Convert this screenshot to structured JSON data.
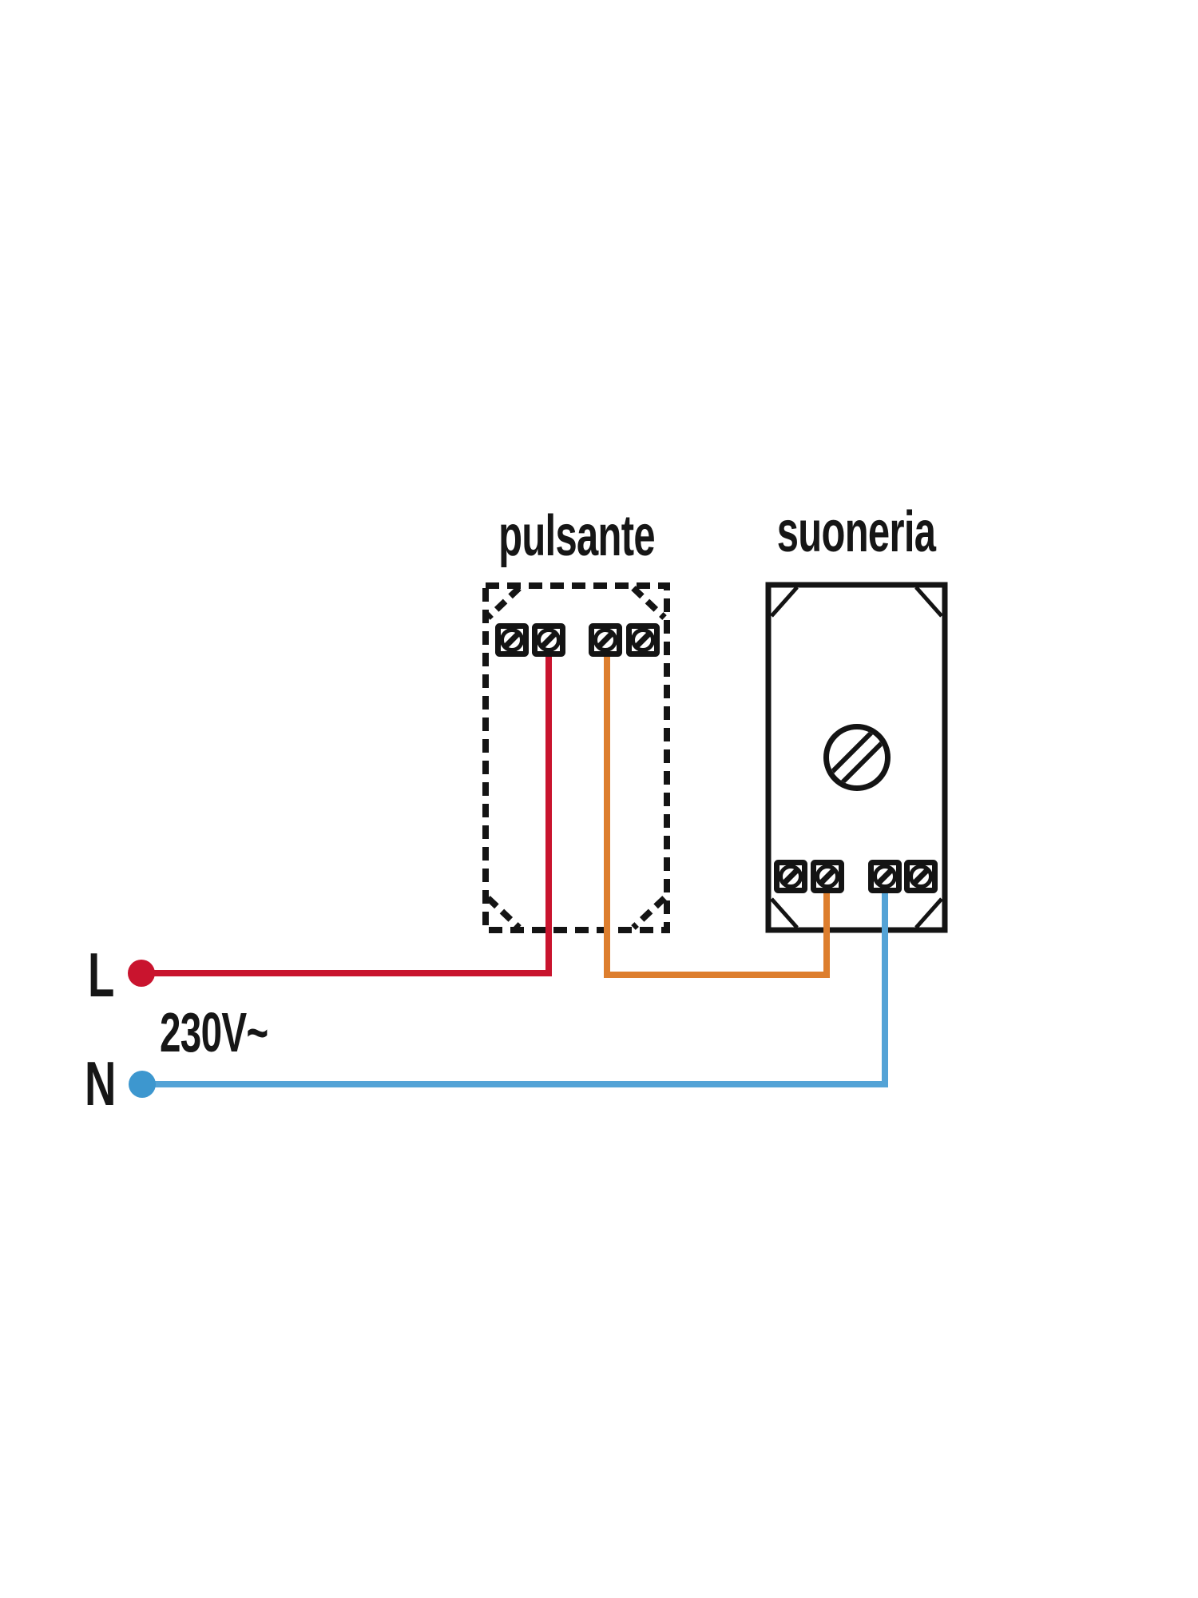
{
  "diagram": {
    "kind": "doorbell wiring diagram",
    "components": {
      "pushbutton_label": "pulsante",
      "bell_label": "suoneria"
    },
    "supply": {
      "live_label": "L",
      "neutral_label": "N",
      "voltage_label": "230V~"
    },
    "colors": {
      "live_wire": "#c9142e",
      "live_dot": "#c9142e",
      "signal_wire": "#dd7e2e",
      "neutral_wire": "#54a3d6",
      "neutral_dot": "#3d97cf",
      "outline": "#141414",
      "background": "#ffffff"
    },
    "icons": {
      "screw_head": "screw-head-icon",
      "terminal": "screw-terminal-icon"
    }
  }
}
